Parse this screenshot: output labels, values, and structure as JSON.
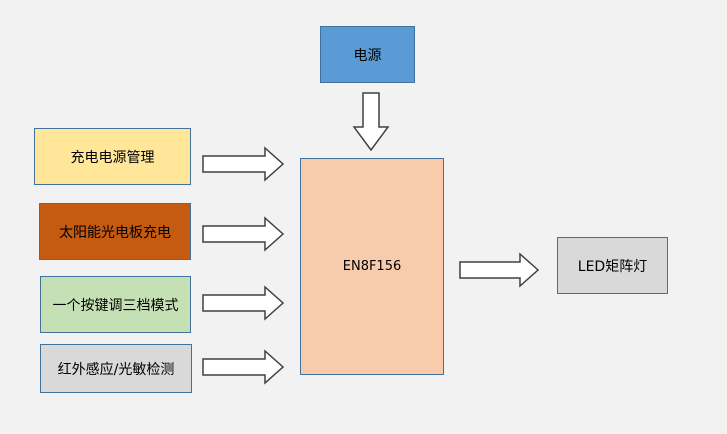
{
  "blocks": {
    "power": "电源",
    "inputs": [
      "充电电源管理",
      "太阳能光电板充电",
      "一个按键调三档模式",
      "红外感应/光敏检测"
    ],
    "mcu": "EN8F156",
    "output": "LED矩阵灯"
  },
  "colors": {
    "background": "#f2f2f2",
    "power": "#5b9bd5",
    "charge_mgmt": "#ffe699",
    "solar": "#c55a11",
    "button": "#c5e0b4",
    "sensor": "#d9d9d9",
    "mcu": "#f8cbad",
    "output": "#d9d9d9",
    "border": "#41719c"
  }
}
